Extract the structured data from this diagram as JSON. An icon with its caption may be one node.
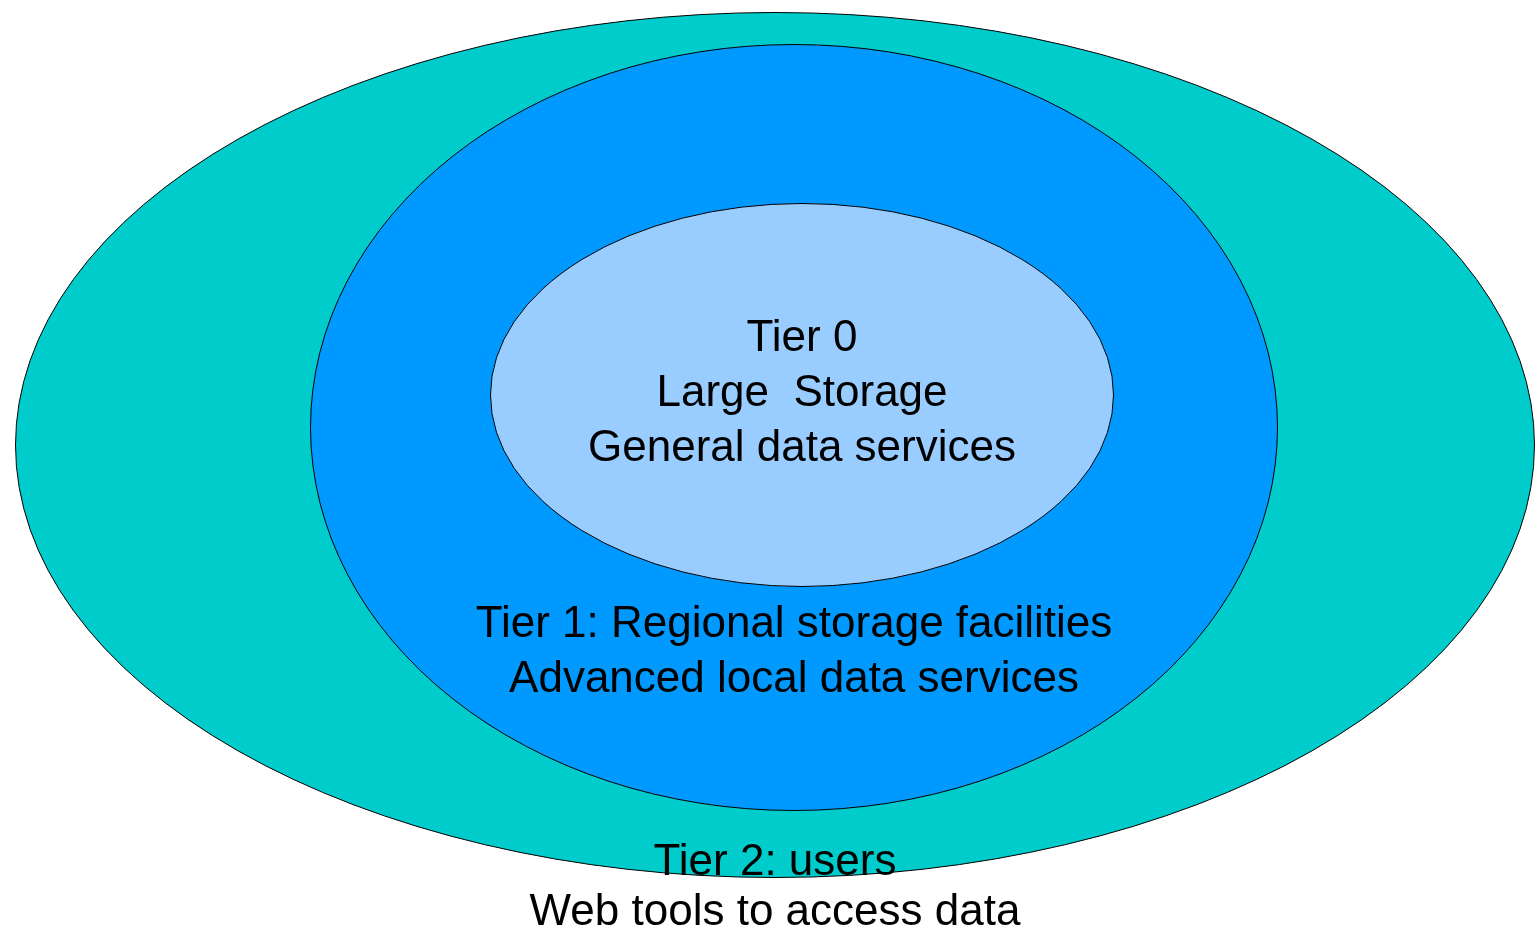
{
  "diagram": {
    "nodes": [
      {
        "text": [
          "Tier 2: users",
          "Web tools to access data"
        ]
      },
      {
        "text": [
          "Tier 1: Regional storage facilities",
          "Advanced local data services"
        ],
        "in": 0
      },
      {
        "text": [
          "Tier 0",
          "Large  Storage",
          "General data services"
        ],
        "in": 1
      }
    ]
  }
}
